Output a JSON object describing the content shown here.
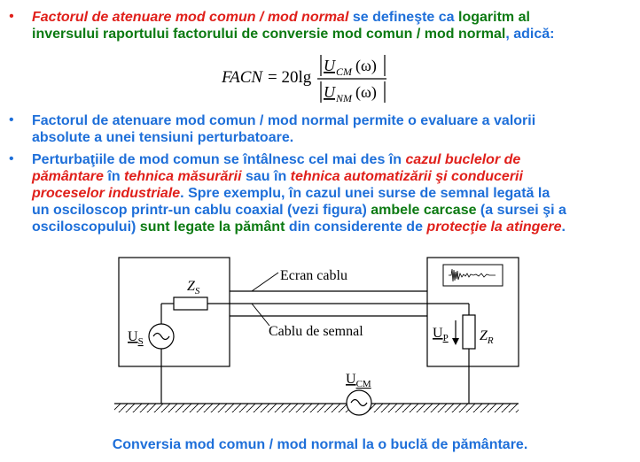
{
  "b1": {
    "s1": "Factorul de atenuare mod comun / mod normal",
    "s2": " se defineşte ca ",
    "s3": "logaritm al",
    "s4": "inversului raportului factorului de conversie mod comun / mod normal",
    "s5": ", adică:"
  },
  "formula": {
    "lhs": "FACN",
    "eq": "= 20lg",
    "num_u": "U",
    "num_sub": "CM",
    "num_arg": "(ω)",
    "den_u": "U",
    "den_sub": "NM",
    "den_arg": "(ω)"
  },
  "b2": {
    "l1": " Factorul de atenuare mod comun / mod normal permite o evaluare a valorii",
    "l2": "absolute a unei tensiuni perturbatoare."
  },
  "b3": {
    "l1a": "Perturbaţiile de mod comun se întâlnesc cel mai des în ",
    "l1b": "cazul buclelor de",
    "l2a": "pământare",
    "l2b": " în ",
    "l2c": "tehnica măsurării",
    "l2d": " sau în ",
    "l2e": "tehnica automatizării şi conducerii",
    "l3a": "proceselor industriale",
    "l3b": ". Spre exemplu, în cazul unei surse de semnal legată la",
    "l4a": "un osciloscop printr-un cablu coaxial (vezi figura) ",
    "l4b": "ambele carcase",
    "l4c": " (a sursei şi a",
    "l5a": "osciloscopului) ",
    "l5b": "sunt legate la pământ",
    "l5c": " din considerente de ",
    "l5d": "protecţie la atingere",
    "l5e": "."
  },
  "diagram": {
    "ecran_label": "Ecran cablu",
    "cablu_label": "Cablu de semnal",
    "zs_main": "Z",
    "zs_sub": "S",
    "us_main": "U",
    "us_sub": "S",
    "up_main": "U",
    "up_sub": "P",
    "zr_main": "Z",
    "zr_sub": "R",
    "ucm_main": "U",
    "ucm_sub": "CM"
  },
  "caption": "Conversia mod comun / mod normal la o buclă de pământare."
}
